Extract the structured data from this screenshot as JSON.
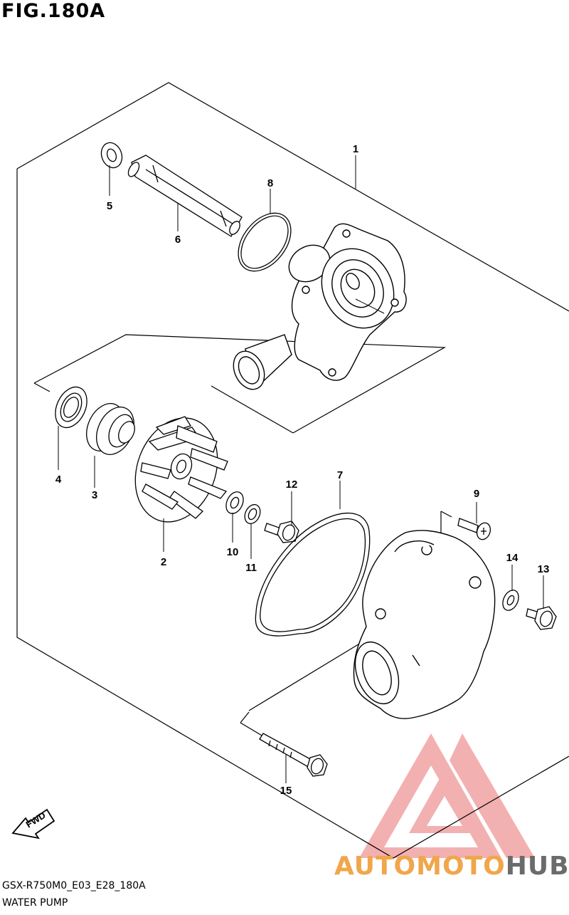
{
  "figure": {
    "title": "FIG.180A"
  },
  "footer": {
    "code": "GSX-R750M0_E03_E28_180A",
    "name": "WATER PUMP"
  },
  "callouts": [
    {
      "id": "1",
      "label": "1"
    },
    {
      "id": "2",
      "label": "2"
    },
    {
      "id": "3",
      "label": "3"
    },
    {
      "id": "4",
      "label": "4"
    },
    {
      "id": "5",
      "label": "5"
    },
    {
      "id": "6",
      "label": "6"
    },
    {
      "id": "7",
      "label": "7"
    },
    {
      "id": "8",
      "label": "8"
    },
    {
      "id": "9",
      "label": "9"
    },
    {
      "id": "10",
      "label": "10"
    },
    {
      "id": "11",
      "label": "11"
    },
    {
      "id": "12",
      "label": "12"
    },
    {
      "id": "13",
      "label": "13"
    },
    {
      "id": "14",
      "label": "14"
    },
    {
      "id": "15",
      "label": "15"
    }
  ],
  "fwd_marker": {
    "text": "FWD"
  },
  "watermark": {
    "part_a": "AUTOMOTO",
    "part_b": "HUB",
    "color_a": "#f0a64b",
    "color_b": "#6b6b6b",
    "logo_color": "#ef9a9a"
  }
}
